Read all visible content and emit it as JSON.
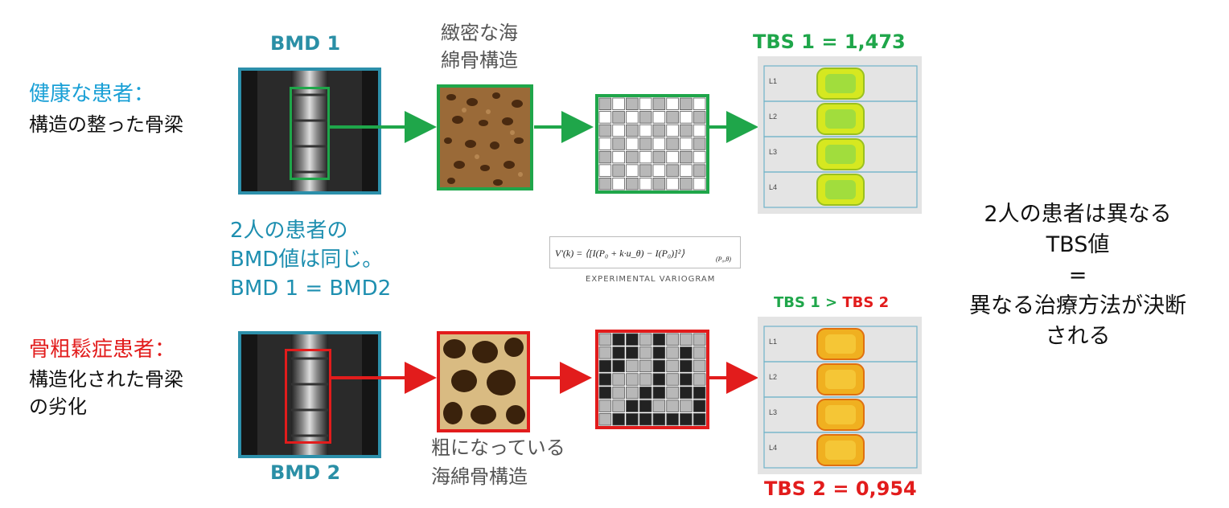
{
  "healthy": {
    "title": "健康な患者：",
    "desc": "構造の整った骨梁",
    "bmd_label": "BMD 1",
    "texture_caption_line1": "緻密な海",
    "texture_caption_line2": "綿骨構造",
    "tbs_label": "TBS 1 = 1,473",
    "color": "#1fa64a"
  },
  "osteoporosis": {
    "title": "骨粗鬆症患者：",
    "desc_line1": "構造化された骨梁",
    "desc_line2": "の劣化",
    "bmd_label": "BMD 2",
    "texture_caption_line1": "粗になっている",
    "texture_caption_line2": "海綿骨構造",
    "tbs_compare_left": "TBS 1 > ",
    "tbs_compare_right": "TBS 2",
    "tbs_label": "TBS 2 = 0,954",
    "color": "#e21c1c"
  },
  "same_bmd": {
    "line1": "2人の患者の",
    "line2": "BMD値は同じ。",
    "line3": "BMD 1 = BMD2"
  },
  "formula": {
    "caption": "EXPERIMENTAL VARIOGRAM"
  },
  "conclusion": {
    "line1": "2人の患者は異なる",
    "line2": "TBS値",
    "line3": "=",
    "line4": "異なる治療方法が決断",
    "line5": "される"
  },
  "vertebra_labels": [
    "L1",
    "L2",
    "L3",
    "L4"
  ],
  "colors": {
    "bmd_blue": "#2a8fa6",
    "healthy_title_blue": "#1aa0d6",
    "green": "#1fa64a",
    "red": "#e21c1c"
  }
}
